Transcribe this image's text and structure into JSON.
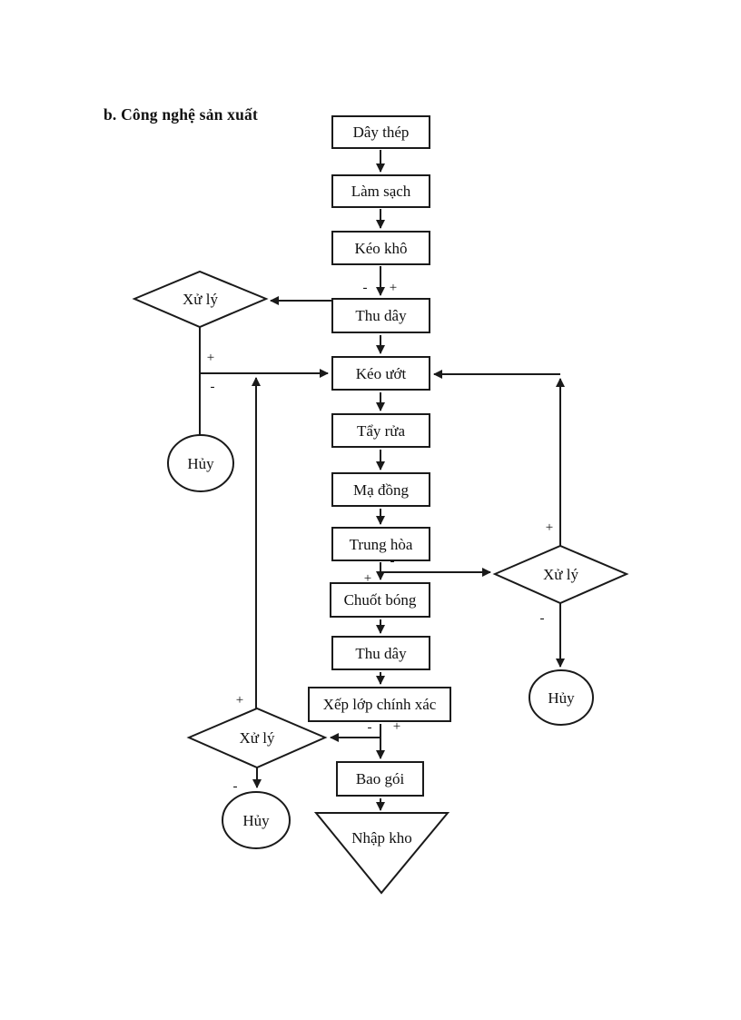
{
  "title": "b. Công nghệ sản xuất",
  "flowchart": {
    "steps": [
      "Dây thép",
      "Làm sạch",
      "Kéo khô",
      "Thu dây",
      "Kéo ướt",
      "Tẩy rửa",
      "Mạ đồng",
      "Trung hòa",
      "Chuốt bóng",
      "Thu dây",
      "Xếp lớp chính xác",
      "Bao gói"
    ],
    "terminal": "Nhập kho",
    "decisions": [
      "Xử lý",
      "Xử lý",
      "Xử lý"
    ],
    "destroy": [
      "Hủy",
      "Hủy",
      "Hủy"
    ],
    "labels": {
      "plus": "+",
      "minus": "-"
    },
    "colors": {
      "line": "#1a1a1a",
      "text": "#111111",
      "background": "#ffffff"
    }
  }
}
